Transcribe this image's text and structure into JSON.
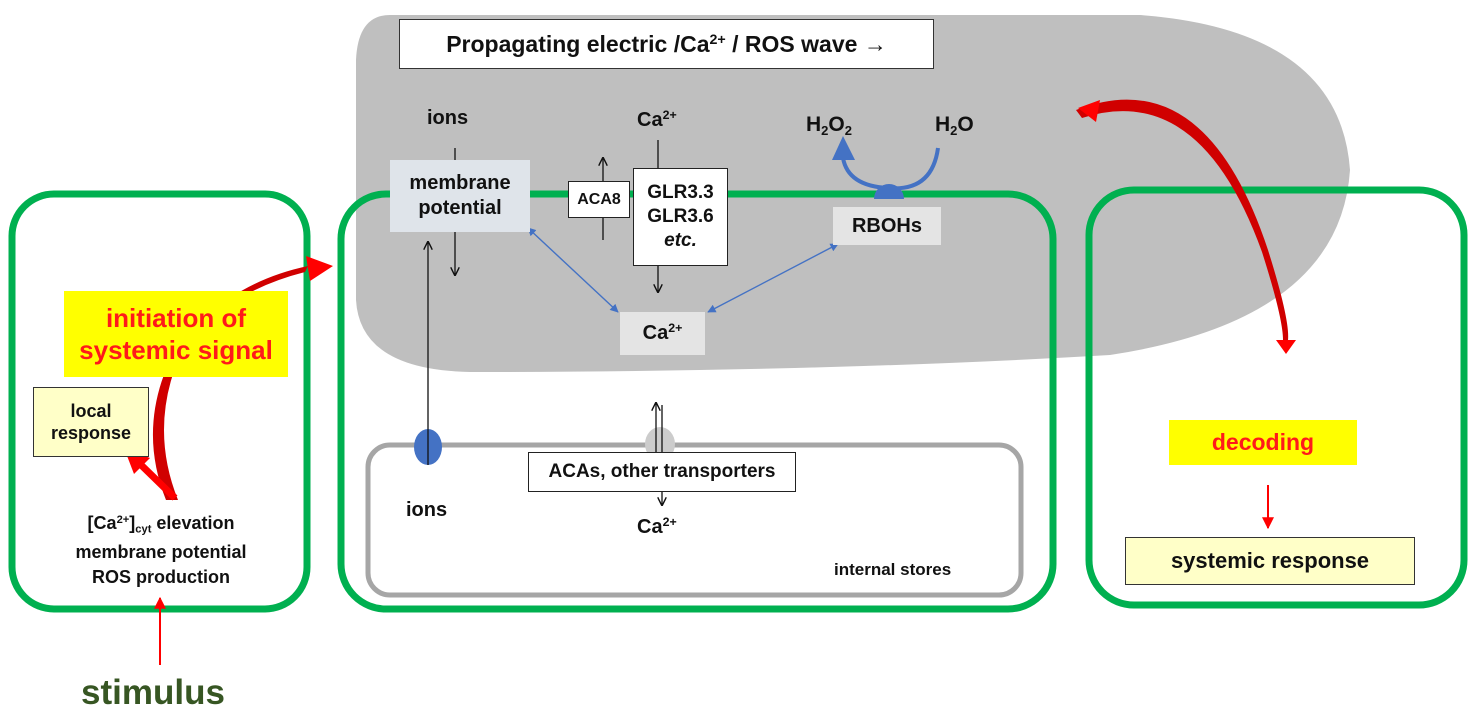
{
  "wave": {
    "prefix": "Propagating electric /Ca",
    "sup": "2+",
    "suffix": " / ROS wave",
    "arrow": "→"
  },
  "top_labels": {
    "ions": "ions",
    "ca_base": "Ca",
    "ca_sup": "2+",
    "h2o2_h": "H",
    "h2o2_2a": "2",
    "h2o2_o": "O",
    "h2o2_2b": "2",
    "h2o": "H",
    "h2o_2": "2",
    "h2o_o": "O"
  },
  "boxes": {
    "membrane_potential_l1": "membrane",
    "membrane_potential_l2": "potential",
    "aca8": "ACA8",
    "glr_l1": "GLR3.3",
    "glr_l2": "GLR3.6",
    "glr_l3": "etc.",
    "rbohs": "RBOHs",
    "ca_cyt_base": "Ca",
    "ca_cyt_sup": "2+",
    "acas": "ACAs, other transporters"
  },
  "bottom_labels": {
    "ions": "ions",
    "ca_base": "Ca",
    "ca_sup": "2+",
    "internal_stores": "internal stores"
  },
  "left_cell": {
    "initiation_l1": "initiation of",
    "initiation_l2": "systemic signal",
    "local_l1": "local",
    "local_l2": "response",
    "ca_bracket": "[Ca",
    "ca_sup": "2+",
    "ca_close": "]",
    "ca_sub": "cyt",
    "elevation": " elevation",
    "membrane_potential": "membrane potential",
    "ros": "ROS production"
  },
  "stimulus": "stimulus",
  "right_cell": {
    "decoding": "decoding",
    "systemic_response": "systemic response"
  },
  "colors": {
    "cell_green": "#00b050",
    "wave_grey": "#bfbfbf",
    "arrow_red": "#ff0000",
    "rboh_blue": "#4472c4",
    "stimulus_green": "#375623",
    "highlight_yellow": "#ffff00"
  }
}
